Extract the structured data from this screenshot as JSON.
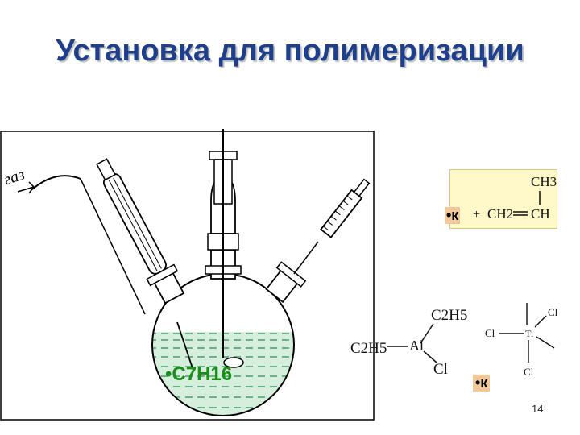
{
  "slide": {
    "title": "Установка для полимеризации",
    "page_number": "14"
  },
  "apparatus": {
    "gas_label": "газ",
    "solvent_formula": "•C7H16"
  },
  "monomer": {
    "prefix_label": "•к",
    "plus": "+",
    "ch2": "CH2",
    "ch": "CH",
    "ch3": "CH3"
  },
  "catalyst_al": {
    "c2h5_top": "C2H5",
    "c2h5_left": "C2H5",
    "al": "Al",
    "cl": "Cl"
  },
  "catalyst_ti": {
    "ti": "Ti",
    "cl": "Cl"
  },
  "catalyst_label": "•к",
  "colors": {
    "title": "#1e3f8c",
    "solvent_text": "#1a8f1a",
    "liquid": "#d6eedc",
    "formula_bg": "#fff8c8",
    "k_bg": "#f2c89a"
  }
}
